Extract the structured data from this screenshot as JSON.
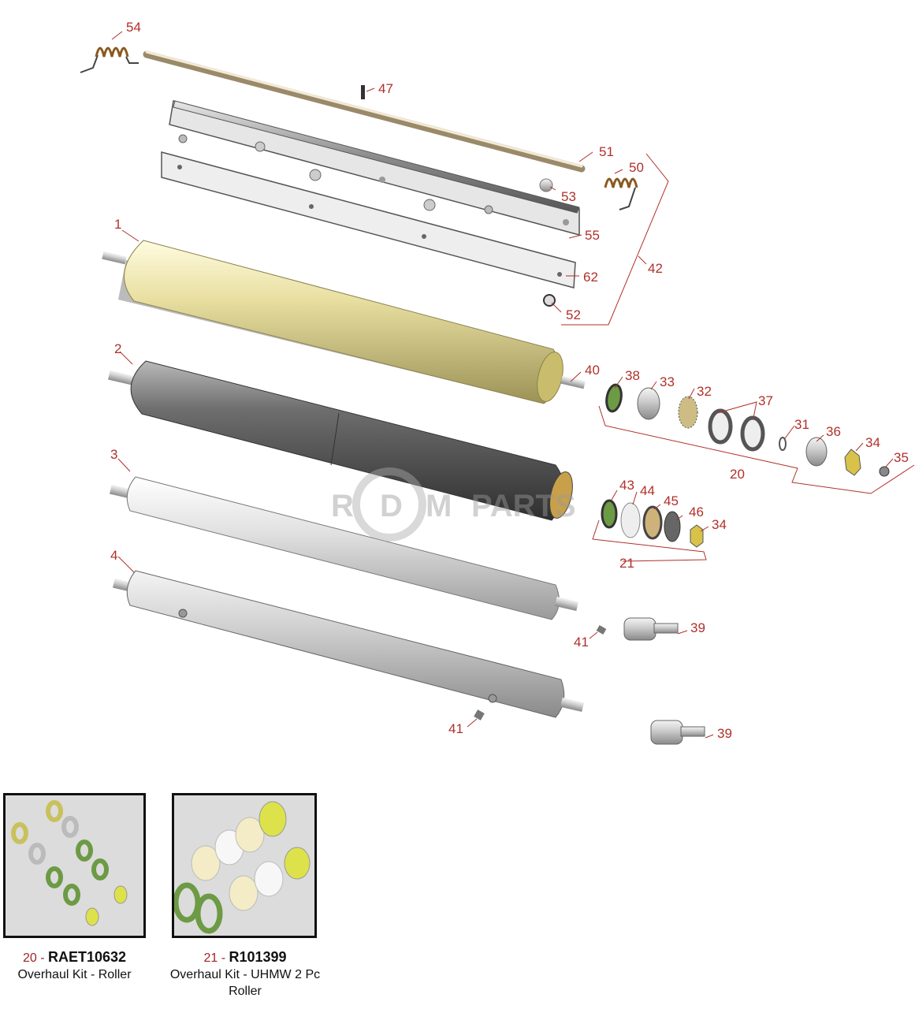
{
  "callouts": {
    "c54": "54",
    "c47": "47",
    "c51": "51",
    "c50": "50",
    "c53": "53",
    "c55": "55",
    "c62": "62",
    "c42": "42",
    "c52": "52",
    "c1": "1",
    "c2": "2",
    "c40": "40",
    "c38": "38",
    "c33": "33",
    "c32": "32",
    "c37": "37",
    "c31": "31",
    "c36": "36",
    "c34a": "34",
    "c35": "35",
    "c20": "20",
    "c3": "3",
    "c43": "43",
    "c44": "44",
    "c45": "45",
    "c46": "46",
    "c34b": "34",
    "c21": "21",
    "c4": "4",
    "c41a": "41",
    "c39a": "39",
    "c41b": "41",
    "c39b": "39"
  },
  "watermark": {
    "text_r": "R",
    "text_d": "D",
    "text_m": "M",
    "text_parts": "PARTS"
  },
  "kits": [
    {
      "number": "20",
      "separator": " - ",
      "code": "RAET10632",
      "description": "Overhaul Kit - Roller"
    },
    {
      "number": "21",
      "separator": " - ",
      "code": "R101399",
      "description_line1": "Overhaul Kit - UHMW 2 Pc",
      "description_line2": "Roller"
    }
  ],
  "colors": {
    "callout_red": "#b0302a",
    "roller_gold": "#d9cf86",
    "roller_dark": "#5a5a5a",
    "roller_silver": "#d6d6d6",
    "kit_frame_bg": "#dcdcdc"
  }
}
